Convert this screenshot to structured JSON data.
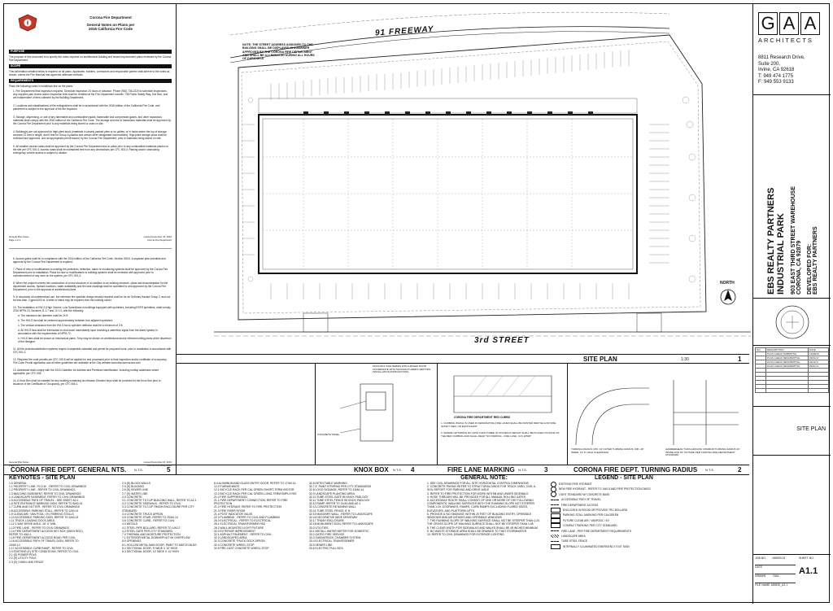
{
  "fire_notes": {
    "department": "Corona Fire Department",
    "doc_title": "General Notes on Plans per",
    "doc_subtitle": "2016 California Fire Code",
    "sec_purpose": "PURPOSE",
    "purpose_text": "The purpose of this document is to specify the notes required on architectural building and tenant improvement plans reviewed by the Corona Fire Department.",
    "sec_scope": "SCOPE",
    "scope_text": "This information detailed below is required on all plans. Applicants, builders, contractors and responsible parties shall adhere to the notes as shown, unless the Fire Marshal has approved alternate methods.",
    "sec_requirements": "REQUIREMENTS",
    "req_intro": "Place the following notes in bold/block line on the plans:",
    "notes": [
      "1. Fire Department final inspection required. Schedule inspection 24 hours in advance. Phone (951) 736-2220 to schedule inspections. Any required plan review and/or inspection fees shall be remitted at the Fire Department counter, 735 Public Safety Way, 2nd floor, and are independent of fees collected by the Building Department.",
      "2. Locations and classifications of fire extinguishers shall be in accordance with the 2016 edition of the California Fire Code, and placement is subject to the approval of the fire inspector.",
      "3. Storage, dispensing, or use of any flammable and combustible liquids, flammable and compressed gases, and other hazardous materials shall comply with the 2016 edition of the California Fire Code. The storage and use of hazardous materials shall be approved by the Corona Fire Department prior to any materials being stored or used on site.",
      "4. Building(s) are not approved for high-piled stock (materials in closely packed piles or on pallets, or in racks where the top of storage exceeds 12 feet in height, and 6 feet for Group A plastics and certain other designated commodities). High-piled storage plans shall be reviewed and approved, and an appropriate permit issued, by the Corona Fire Department, prior to materials being stored on site.",
      "5. All weather access roads shall be approved by the Corona Fire Department and in place prior to any combustible materials placed on the site per CFC 501.4. Access roads shall be maintained free from any obstructions per CFC 503.4. Parking and/or obstructing emergency vehicle access is subject to citation."
    ],
    "notes_p2": [
      "6. Access gates shall be in compliance with the 2016 edition of the California Fire Code, Section 503.6. A separate plan submittal and approval by the Corona Fire Department is required.",
      "7. Plans of new or modifications to existing fire protection, detection, alarm or monitoring systems shall be approved by the Corona Fire Department prior to installation. Plans for new or modifications to building systems shall be reviewed with approved prior to commencement of any work on the system, per CFC 901.2.",
      "8. When the project involves the construction of a new structure or an addition to an existing structure, plans and documentation for the department access, hydrant locations, water availability and fire lane markings shall be submitted to and approved by the Corona Fire Department, prior to the approval of architectural plans.",
      "9. In structures of undetermined use, the minimum fire sprinkler design density required shall be for an Ordinary Hazard Group 2, and not be less than .2 gpm/1000 sf. A letter of intent may be required from the building owner.",
      "10. The installation of HVLS (High Volume, Low Speed)fans in buildings equipped with sprinklers, including ESFR sprinklers, shall comply 2016 NFPA 13, Sections 11.1.7 and 12.1.4, with the following:",
      "a. The maximum fan diameter shall be 24 ft.",
      "b. The HVLS fan shall be centered approximately between four adjacent sprinklers.",
      "c. The vertical clearance from the HVLS fan to sprinkler deflector shall be a minimum of 3 ft.",
      "d. All HVLS fans shall be interlocked to shut down immediately upon receiving a waterflow signal from the alarm system in accordance with the requirements of NFPA 72.",
      "e. HVLS fans shall be shown on mechanical plans. They may be shown on architectural and/or reflected ceiling plans at the discretion of the designer.",
      "11. All fire protection/detection systems require a separable submittal and permit for proposed work, prior to installation in accordance with CFC 901.2.",
      "12. Required fire code permits per CFC 105.6 will be applied for and processed prior to final inspection and/or certificate of occupancy. Fire Code Permit application and all other guidelines are available at the City website www.discovercorona.com",
      "13. Addresses shall comply with the 2016 Guideline for Address and Premises Identification, including rooftop addresses where applicable, per CFC 505.",
      "14. A Knox Box shall be installed for any building containing an elevator. Elevator keys shall be provided for the Knox Box prior to issuance of the Certificate of Occupancy, per CFC 506.1."
    ],
    "footer_left": "General Plan Notes",
    "footer_right": "revised November 16, 2016",
    "page1": "Page 1 of 2",
    "page2": "Page 2 of 2",
    "footer_dept": "Corona Fire Department"
  },
  "site_plan": {
    "freeway_label": "91 FREEWAY",
    "street_label": "3rd STREET",
    "north_label": "NORTH",
    "address_note": "NOTE: THE STREET ADDRESS ASSIGNED TO THE BUILDING SHALL BE DISPLAYED IN A MANNER APPROVED BY THE CORONA FIRE DEPARTMENT AND SHALL BE ILLUMINATED DURING ALL HOURS OF DARKNESS",
    "title": "SITE PLAN",
    "scale": "1:30",
    "number": "1"
  },
  "details": {
    "knox_title": "KNOX BOX",
    "knox_scale": "N.T.S.",
    "knox_number": "4",
    "knox_note1": "KNOX-BOX 3200 SERIES WITH HINGED DOOR COORDINATE WITH MANUFACTURER'S WRITTEN INSTALLATION INSTRUCTIONS",
    "knox_note2": "CONCRETE PANEL",
    "lane_title": "FIRE LANE MARKING",
    "lane_scale": "N.T.S.",
    "lane_number": "3",
    "lane_caption": "CORONA FIRE DEPARTMENT RED CURBS",
    "lane_note": "1. CURBING WHICH IS USED IN DESIGNATING FIRE LANES SHALL BE PAINTED RED/YELLOW FIRE SAFETY RED, OR EQUIVALENT.",
    "lane_note2": "2. WHERE LETTERING NO LESS THAN THREE (3) INCHES IN HEIGHT SHALL BE PLACED ON FACE OF THE RED CURBING AND SHALL READ \"NO PARKING - FIRE LANE, CVC 22500\"",
    "turn_title": "CORONA FIRE DEPT. TURNING RADIUS",
    "turn_scale": "N.T.S.",
    "turn_number": "2",
    "turn_note1": "TURNING RADIUS: MIN. 33' OUTER TURNING RADIUS, MIN. 28' INNER, 13'-6\" HIGH CLEARANCE",
    "turn_note2": "HAMMERHEAD TURN-AROUND: MINIMUM TURNING RADIUS 33' INSIDE AND 53' OUTSIDE PER CORONA FIRE DEPARTMENT STANDARD",
    "gen_title": "CORONA FIRE DEPT. GENERAL NTS.",
    "gen_scale": "N.T.S.",
    "gen_number": "5"
  },
  "keynotes": {
    "title": "KEYNOTES - SITE PLAN",
    "items": [
      "1.0 GENERAL",
      "1.1 PROPERTY LINE / R.O.W. - REFER TO CIVIL DRAWINGS",
      "1.2 PROPERTY LINE - REFER TO CIVIL DRAWINGS",
      "1.3 BUILDING EASEMENT, REFER TO CIVIL DRAWINGS",
      "1.4 LANDSCAPE EASEMENT, REFER TO CIVIL DRAWINGS",
      "1.5 ACCESSIBLE PATH OF TRAVEL - SEE SHEET A0.1",
      "1.6 SITE ENTRANCE MARKING SIGN, REFER TO 8/A0.14",
      "1.7 CURB AND GUTTER - REFER TO CIVIL DRAWINGS",
      "1.8 ACCESSIBLE PARKING STALL, REFER TO 2/A0.14",
      "1.9 CLEAN AIR / VAN POOL / EV PARKING STALLS",
      "1.10 ACCESSIBLE PARKING SIGN, REFER TO 3/A0.14",
      "1.11 TRUCK LOADING DOCK AREA",
      "1.12 2-WAY DRIVE AISLE, 26'-0\" MIN.",
      "1.13 FIRE LANE - REFER TO CIVIL DRAWINGS",
      "1.14 FIRE DEPARTMENT ACCESS KEY BOX (KNOX BOX), REFER TO 4/A1.1",
      "1.15 FIRE DEPARTMENT ACCESS ROAD PER CIVIL",
      "1.16 ACCESSIBLE PATH OF TRAVEL SIGN, REFER TO 10/A0.14",
      "1.17 ACCESSIBLE CURB RAMP - REFER TO CIVIL",
      "2.0 EXISTING (E) SITE CONDITIONS, REFER TO CIVIL",
      "2.1 (E) POWER POLE",
      "2.2 (E) UTILITY POLE",
      "2.3 (E) CHAIN LINK FENCE"
    ],
    "items2": [
      "2.4 (E) BLOCK WALLS",
      "2.5 (E) BUILDING",
      "2.6 (E) SEWER LINE",
      "2.7 (E) WATER LINE",
      "3.0 CONCRETE",
      "3.1 CONCRETE TILT-UP BUILDING WALL, REFER TO A2.1",
      "3.2 CONCRETE SIDEWALK - REFER TO CIVIL",
      "3.3 CONCRETE TILT-UP TRASH ENCLOSURE PER CITY STANDARD",
      "3.4 CONCRETE TRUCK APRON",
      "3.5 CONCRETE STAIR, REFER TO 20/A0.14",
      "3.6 CONCRETE CURB - REFER TO CIVIL",
      "4.0 METALS",
      "4.1 STEEL PIPE BOLLARD, REFER TO 1/A0.2",
      "4.2 STEEL GATE PER CITY STANDARD",
      "7.0 THERMAL AND MOISTURE PROTECTION",
      "7.1 EXTERIOR METAL DOWNSPOUT W/ OVERFLOW",
      "8.0 OPENINGS",
      "8.1 HOLLOW METAL MAN DOOR, PAINT TO MATCH BLDG",
      "8.2 SECTIONAL DOOR, 9' WIDE X 10' HIGH",
      "8.3 SECTIONAL DOOR, 12' WIDE X 14' HIGH"
    ],
    "items3": [
      "8.4 ALUMINUM AND GLASS ENTRY DOOR, REFER TO 17/A0.14",
      "12.0 FURNISHINGS",
      "12.1 BICYCLE RACK PER CAL GREEN SHORT-TERM VISITOR",
      "12.2 BICYCLE RACK PER CAL GREEN LONG-TERM EMPLOYEE",
      "21.0 FIRE SUPPRESSION",
      "21.1 FIRE DEPARTMENT CONNECTION, REFER TO FIRE PROTECTION",
      "21.2 FIRE HYDRANT, REFER TO FIRE PROTECTION",
      "21.3 FIRE RISER ROOM",
      "21.4 POST INDICATOR VALVE",
      "22.0 PLUMBING - REFER TO CIVIL AND PLUMBING",
      "26.0 ELECTRICAL - REFER TO ELECTRICAL",
      "26.1 ELECTRICAL TRANSFORMER PAD",
      "26.2 WALL MOUNTED LIGHT FIXTURE",
      "32.0 EXTERIOR IMPROVEMENT",
      "32.1 ASPHALT PAVEMENT - REFER TO CIVIL",
      "32.2 LANDSCAPED AREA",
      "32.3 CONCRETE TRUCK DOCK APRON",
      "32.4 CONCRETE WHEEL STOP",
      "32.5 PRE-CAST CONCRETE WHEEL STOP"
    ],
    "items4": [
      "32.6 DETECTABLE WARNING",
      "32.7 4\" PAINT STRIPING PER CITY STANDARDS",
      "32.8 LOGO SIGNAGE, REFER TO 13/A0.14",
      "32.9 LANDSCAPE PLANTING AREA",
      "32.10 TUBE STEEL GATE W/ KNOX PADLOCK",
      "32.11 TUBE STEEL FENCE W/ KNOX PADLOCK",
      "32.12 RAMP, REFER TO 21/A0 AND A0.1",
      "32.13 CONCRETE RETAINING WALL",
      "32.14 TUBE STEEL FENCE, 8' H.",
      "32.15 MASONRY WALL - REFER TO LANDSCAPE",
      "32.16 DECORATIVE WIDE DRIVEWAY",
      "32.17 TRASH ENCLOSURE",
      "32.18 MONUMENT SIGN, REFER TO LANDSCAPE",
      "33.0 UTILITIES",
      "33.1 INSTALL WATER METER FOR DOMESTIC",
      "33.2 GATED FIRE SERVICE",
      "33.3 SUBSURFACE CHAMBER SYSTEM",
      "33.4 ELECTRICAL TRANSFORMER",
      "33.5 SEWER LINE",
      "33.6 ELECTRIC PULL BOX"
    ]
  },
  "general_notes": {
    "title": "GENERAL NOTE:",
    "items": [
      "1. SEE CIVIL DRAWINGS FOR ALL SITE HORIZONTAL CONTROL DIMENSIONS",
      "2. CONCRETE PAVING REFER TO STRUCTURAL DWGS FOR TRUCK YARD, CIVIL & SOIL REPORT FOR PARKING AND DRIVE AISLE",
      "3. REFER TO FIRE PROTECTION FOR WORK WITHIN AND UNDER SIDEWALK",
      "4. HOSE THREADS WILL BE PROVIDED FOR ALL MANUAL ROLLING GATES",
      "5. ACCESSIBLE ROUTE SHALL CONSIST OF ONE OR MORE OF THE FOLLOWING COMPONENTS: WALKING SURFACES WITH THE RUNNING SLOPE NOT STEEPER THAN 1:20, DOORWAYS, RAMPS, CURB RAMPS EXCLUDING FLARED SIDES, ELEVATORS, AND PLATFORM LIFTS",
      "6. PROVIDE A 'NO SMOKING' WITHIN 20 FEET OF BUILDING ENTRY, OPERABLE WINDOWS AND AIR INTAKES AND OPERABLE WINDOWS",
      "7. THE RUNNING SLOPE OF WALKING SURFACE SHALL NOT BE STEEPER THAN 1:20. THE CROSS SLOPE OF WALKING SURFACE SHALL NOT BE STEEPER THAN 1:48",
      "8. THE CLEAR WIDTH FOR SIDEWALKS AND WALKS SHALL BE 48 INCHES MINIMUM",
      "9. NO WASTE STORAGE AREA SHALL BE DRAINED TO THAT STORMWATER",
      "10. REFER TO CIVIL DRAWINGS FOR EXTERIOR LIGHTING"
    ]
  },
  "legend": {
    "title": "LEGEND - SITE PLAN",
    "items": [
      "EXISTING FIRE HYDRANT",
      "NEW FIRE HYDRANT - REFER TO 1/A0.5 AND FIRE PROTECTION DWGS",
      "LIGHT STANDARD W/ CONCRETE BASE",
      "ACCESSIBLE PATH OF TRAVEL",
      "FIRE DEPARTMENT ACCESS",
      "ENCLOSED IN ROOM OR PROVIDE TRC BOLLARD",
      "PARKING STALL MARKING PER CALGREEN",
      "FUTURE CLEAN AIR / VANPOOL / EV",
      "COMPACT PARKING PER CITY STANDARD",
      "FIRE LANE - PER FIRE DEPARTMENT REQUIREMENTS",
      "LANDSCAPE AREA",
      "TUBE STEEL FENCE",
      "INTERNALLY ILLUMINATED EMERGENCY EXIT SIGN"
    ]
  },
  "title_block": {
    "firm_name": "GAA",
    "firm_sub": "ARCHITECTS",
    "address1": "8811 Research Drive,",
    "address2": "Suite 200,",
    "address3": "Irvine, CA 92618",
    "tel": "T: 949 474 1775",
    "fax": "F: 949 553 9133",
    "project1": "EBS REALTY PARTNERS",
    "project2": "INDUSTRIAL PARK",
    "project3": "903 EAST THIRD STREET WAREHOUSE",
    "project4": "CORONA, CA 92879",
    "developer1": "DEVELOPED FOR:",
    "developer2": "EBS REALTY PARTNERS",
    "sheet_title": "SITE PLAN",
    "rev_header_no": "NO.",
    "rev_header_desc": "DESCRIPTION",
    "rev_header_date": "DATE",
    "revisions": [
      [
        "",
        "PLAN CHECK SUBMITTAL",
        "12/08/16"
      ],
      [
        "",
        "PLAN CHECK RESUBMITTAL",
        "03/01/17"
      ],
      [
        "",
        "PLAN CHECK RESUBMITTAL",
        "04/11/17"
      ],
      [
        "",
        "PLAN CHECK RESUBMITTAL",
        "05/01/17"
      ]
    ],
    "job_no_label": "JOB NO.",
    "job_no": "165530.01",
    "date_label": "DATE",
    "date": "",
    "drawn_label": "DRAWN",
    "drawn": "GAA",
    "file_label": "FILE NAME",
    "file": "165530_A1.1",
    "sheet_no_label": "SHEET NO.",
    "sheet_no": "A1.1"
  }
}
